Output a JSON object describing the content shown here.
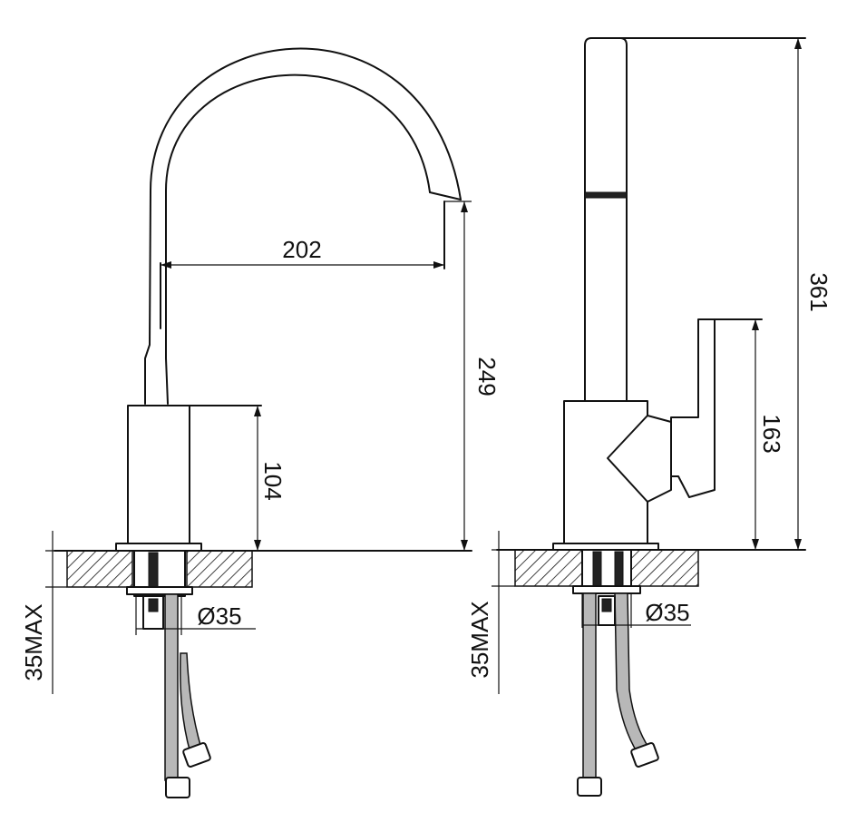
{
  "front_view": {
    "dim_spout_reach": "202",
    "dim_spout_height": "249",
    "dim_body_height": "104",
    "dim_hole_diameter": "Ø35",
    "dim_counter_max": "35MAX"
  },
  "side_view": {
    "dim_total_height": "361",
    "dim_handle_height": "163",
    "dim_hole_diameter": "Ø35",
    "dim_counter_max": "35MAX"
  },
  "colors": {
    "line": "#111111",
    "hose": "#b8b8b8",
    "background": "#ffffff"
  }
}
